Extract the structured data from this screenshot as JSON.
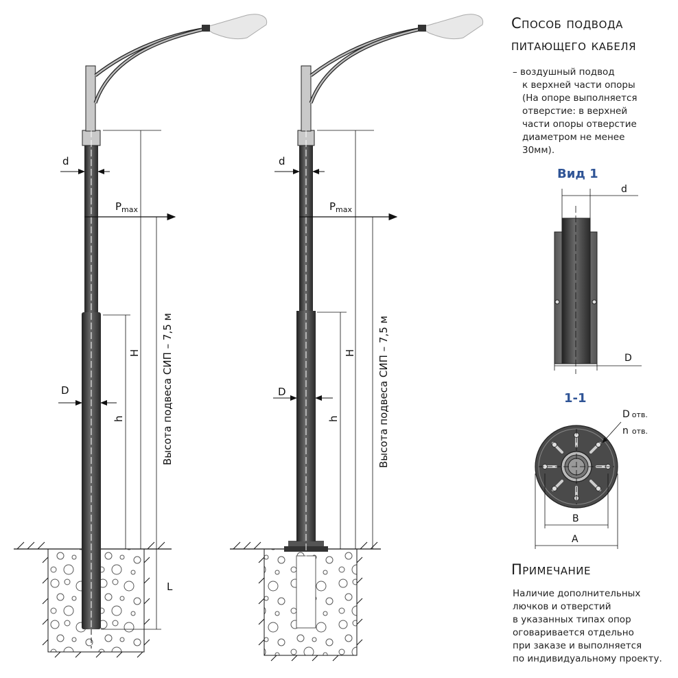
{
  "heading": {
    "line1": "Способ подвода",
    "line2": "питающего кабеля"
  },
  "description": {
    "line1": "– воздушный подвод",
    "line2": "к верхней части опоры",
    "line3": "(На опоре выполняется",
    "line4": "отверстие: в верхней",
    "line5": "части опоры отверстие",
    "line6": "диаметром не менее",
    "line7": "30мм)."
  },
  "view1": {
    "title": "Вид 1",
    "label_top": "d",
    "label_bottom": "D"
  },
  "section": {
    "title": "1-1",
    "label_hole_d": "D",
    "label_hole_d_sub": "отв.",
    "label_hole_n": "n",
    "label_hole_n_sub": "отв.",
    "label_b": "B",
    "label_a": "A"
  },
  "note": {
    "title": "Примечание",
    "line1": "Наличие дополнительных",
    "line2": "лючков и отверстий",
    "line3": "в указанных типах опор",
    "line4": "оговаривается отдельно",
    "line5": "при заказе и выполняется",
    "line6": "по индивидуальному проекту."
  },
  "pole_labels": {
    "d": "d",
    "D": "D",
    "p": "P",
    "p_sub": "max",
    "H": "H",
    "h": "h",
    "L": "L",
    "height": "Высота подвеса СИП – 7,5 м"
  },
  "colors": {
    "pole": "#3a3a3a",
    "accent": "#2f5496"
  }
}
